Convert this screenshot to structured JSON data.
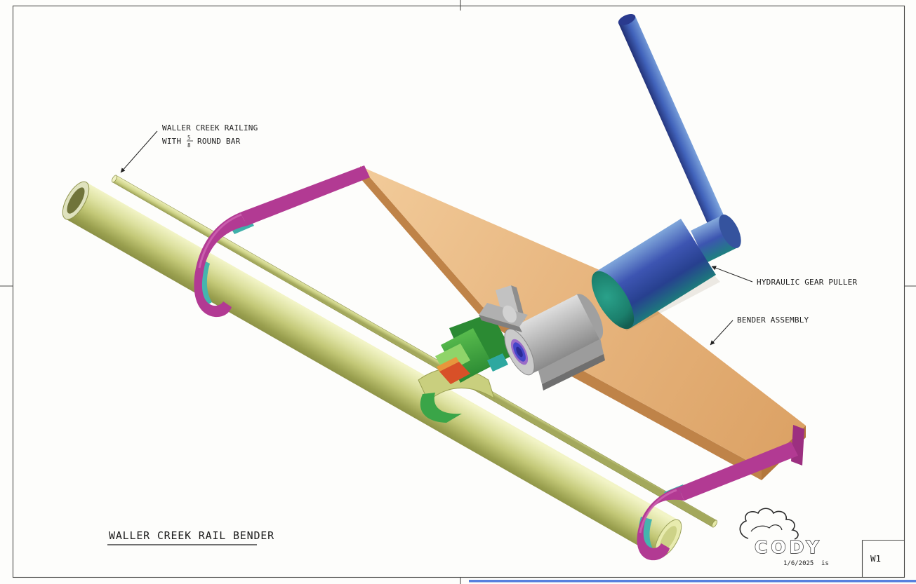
{
  "drawing": {
    "title": "WALLER CREEK RAIL BENDER",
    "sheet_number": "W1",
    "date": "1/6/2025",
    "initials": "is"
  },
  "callouts": {
    "railing_line1": "WALLER CREEK RAILING",
    "railing_with": "WITH",
    "railing_frac_num": "5",
    "railing_frac_den": "8",
    "railing_round_bar": "ROUND BAR",
    "hydraulic": "HYDRAULIC GEAR PULLER",
    "bender": "BENDER ASSEMBLY"
  },
  "logo_text": "CODY",
  "colors": {
    "rail_tube": "#c3c877",
    "bender_plate": "#e7b57e",
    "strap": "#b23a93",
    "strap_inner": "#45b5ae",
    "hydraulic_body": "#27408f",
    "hydraulic_cap": "#1b7f6c",
    "handle": "#4062ba",
    "clamp_green": "#3aa548",
    "wedge_red": "#d85028",
    "crank_gray": "#b4b4b4",
    "pivot_hole_blue": "#4646c8",
    "scan_artifact_blue": "#3a6ad8"
  }
}
